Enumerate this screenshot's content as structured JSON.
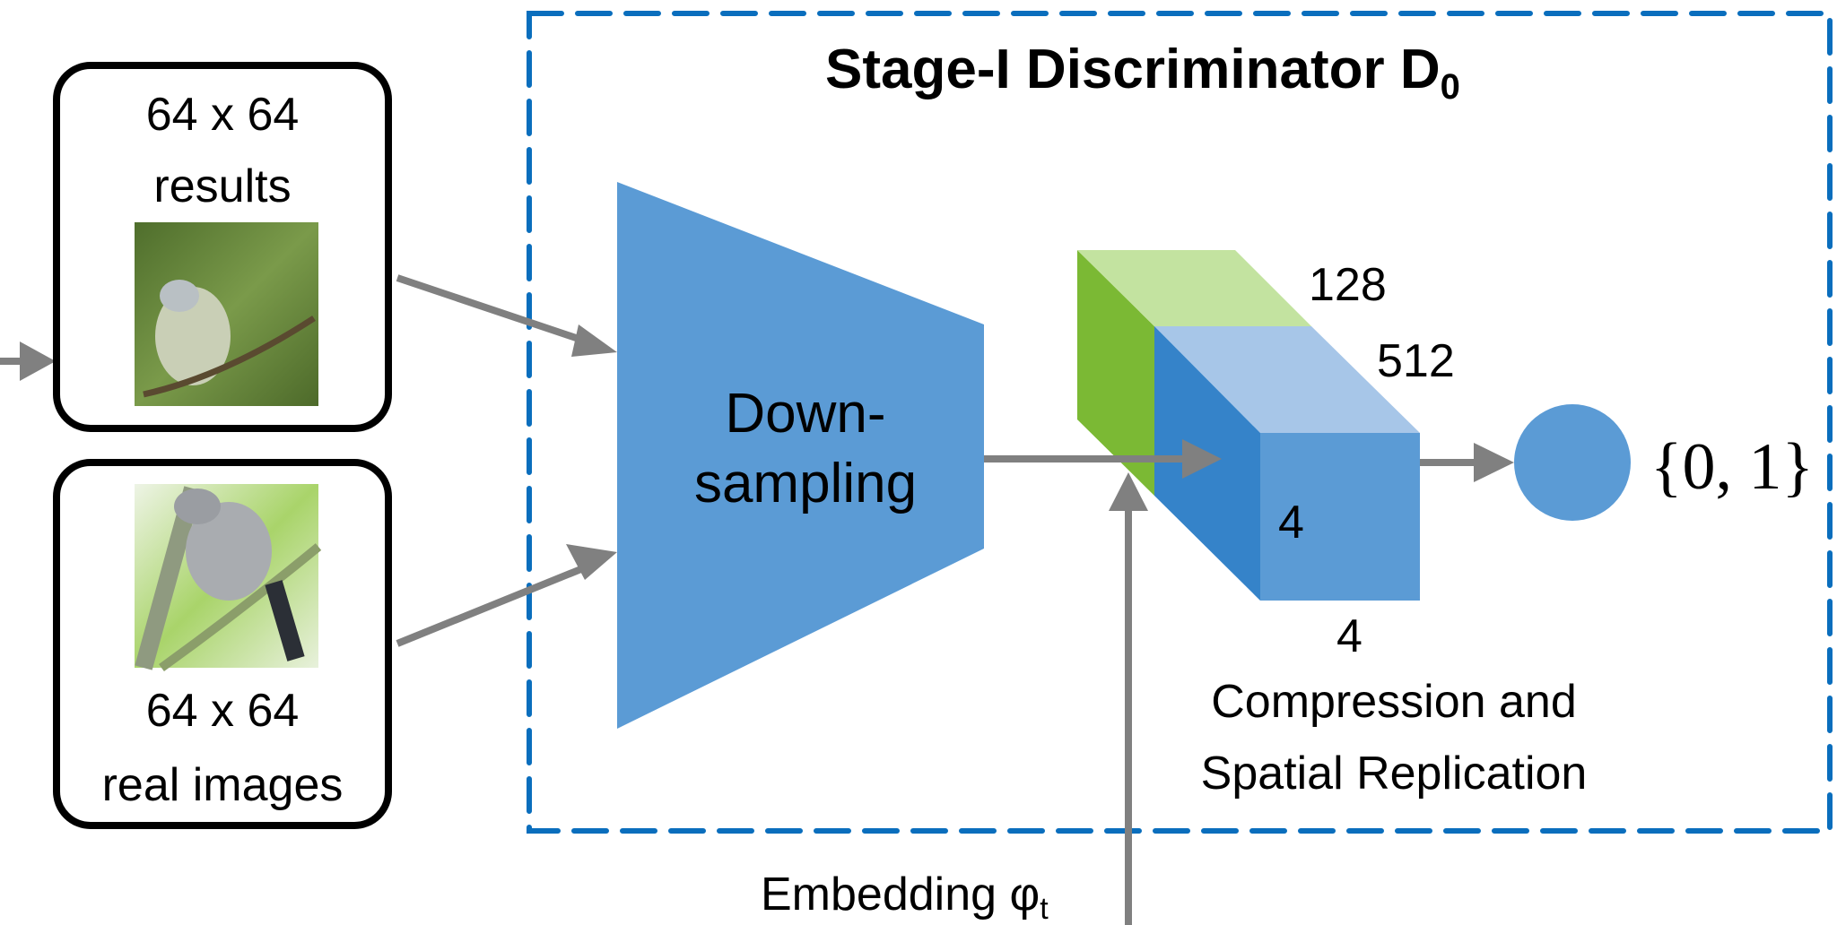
{
  "title": "Stage-I Discriminator D",
  "title_subscript": "0",
  "inputs": {
    "generated": {
      "line1": "64 x 64",
      "line2": "results",
      "image": "generated-bird-thumbnail"
    },
    "real": {
      "line1": "64 x 64",
      "line2": "real images",
      "image": "real-bird-thumbnail"
    }
  },
  "downsampling": {
    "line1": "Down-",
    "line2": "sampling"
  },
  "tensor": {
    "dim_embedding_channels": "128",
    "dim_image_channels": "512",
    "dim_height": "4",
    "dim_width": "4",
    "caption_line1": "Compression and",
    "caption_line2": "Spatial Replication"
  },
  "output": {
    "label": "{0, 1}"
  },
  "embedding": {
    "label": "Embedding φ",
    "subscript": "t"
  },
  "colors": {
    "frame_dash": "#0A6EBD",
    "trapezoid": "#5B9BD5",
    "green_top": "#C3E3A0",
    "green_side": "#7BB934",
    "blue_top": "#A7C6E8",
    "blue_side": "#3583C9",
    "blue_front": "#5B9BD5",
    "arrow": "#808080",
    "box_border": "#000000"
  }
}
